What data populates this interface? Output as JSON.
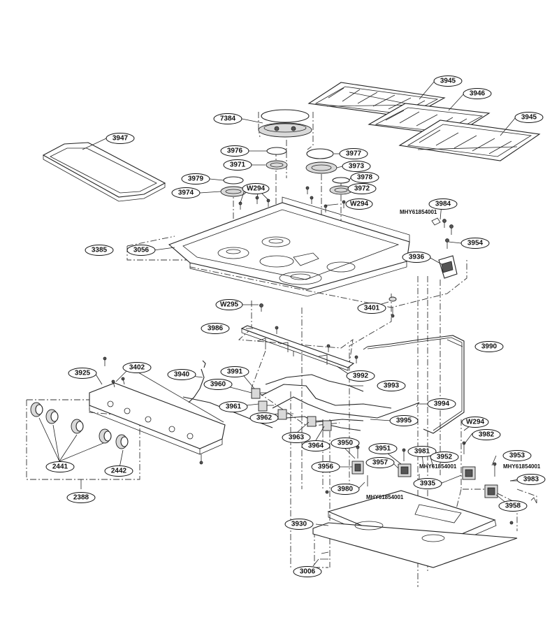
{
  "callouts": {
    "c3945a": "3945",
    "c3946": "3946",
    "c3945b": "3945",
    "c7384": "7384",
    "c3947": "3947",
    "c3976": "3976",
    "c3977": "3977",
    "c3971": "3971",
    "c3973": "3973",
    "c3978": "3978",
    "c3979": "3979",
    "c3972": "3972",
    "c3974": "3974",
    "cW294a": "W294",
    "cW294b": "W294",
    "c3984": "3984",
    "c3385": "3385",
    "c3056": "3056",
    "c3954": "3954",
    "c3936": "3936",
    "c3401": "3401",
    "cW295": "W295",
    "c3986": "3986",
    "c3990": "3990",
    "c3925": "3925",
    "c3402": "3402",
    "c3940": "3940",
    "c3991": "3991",
    "c3992": "3992",
    "c3960": "3960",
    "c3993": "3993",
    "c3961": "3961",
    "c3994": "3994",
    "c3962": "3962",
    "c3995": "3995",
    "cW294c": "W294",
    "c3963": "3963",
    "c3964": "3964",
    "c3950": "3950",
    "c3951": "3951",
    "c3981": "3981",
    "c3982": "3982",
    "c3952": "3952",
    "c3953": "3953",
    "c3956": "3956",
    "c3957": "3957",
    "c3980": "3980",
    "c3935": "3935",
    "c3983": "3983",
    "c3958": "3958",
    "c2441": "2441",
    "c2442": "2442",
    "c2388": "2388",
    "c3930": "3930",
    "c3006": "3006"
  },
  "plain_labels": {
    "mhy_top": "MHY61854001",
    "mhy_mid1": "MHY61854001",
    "mhy_mid2": "MHY61854001",
    "mhy_low": "MHY61854001"
  }
}
